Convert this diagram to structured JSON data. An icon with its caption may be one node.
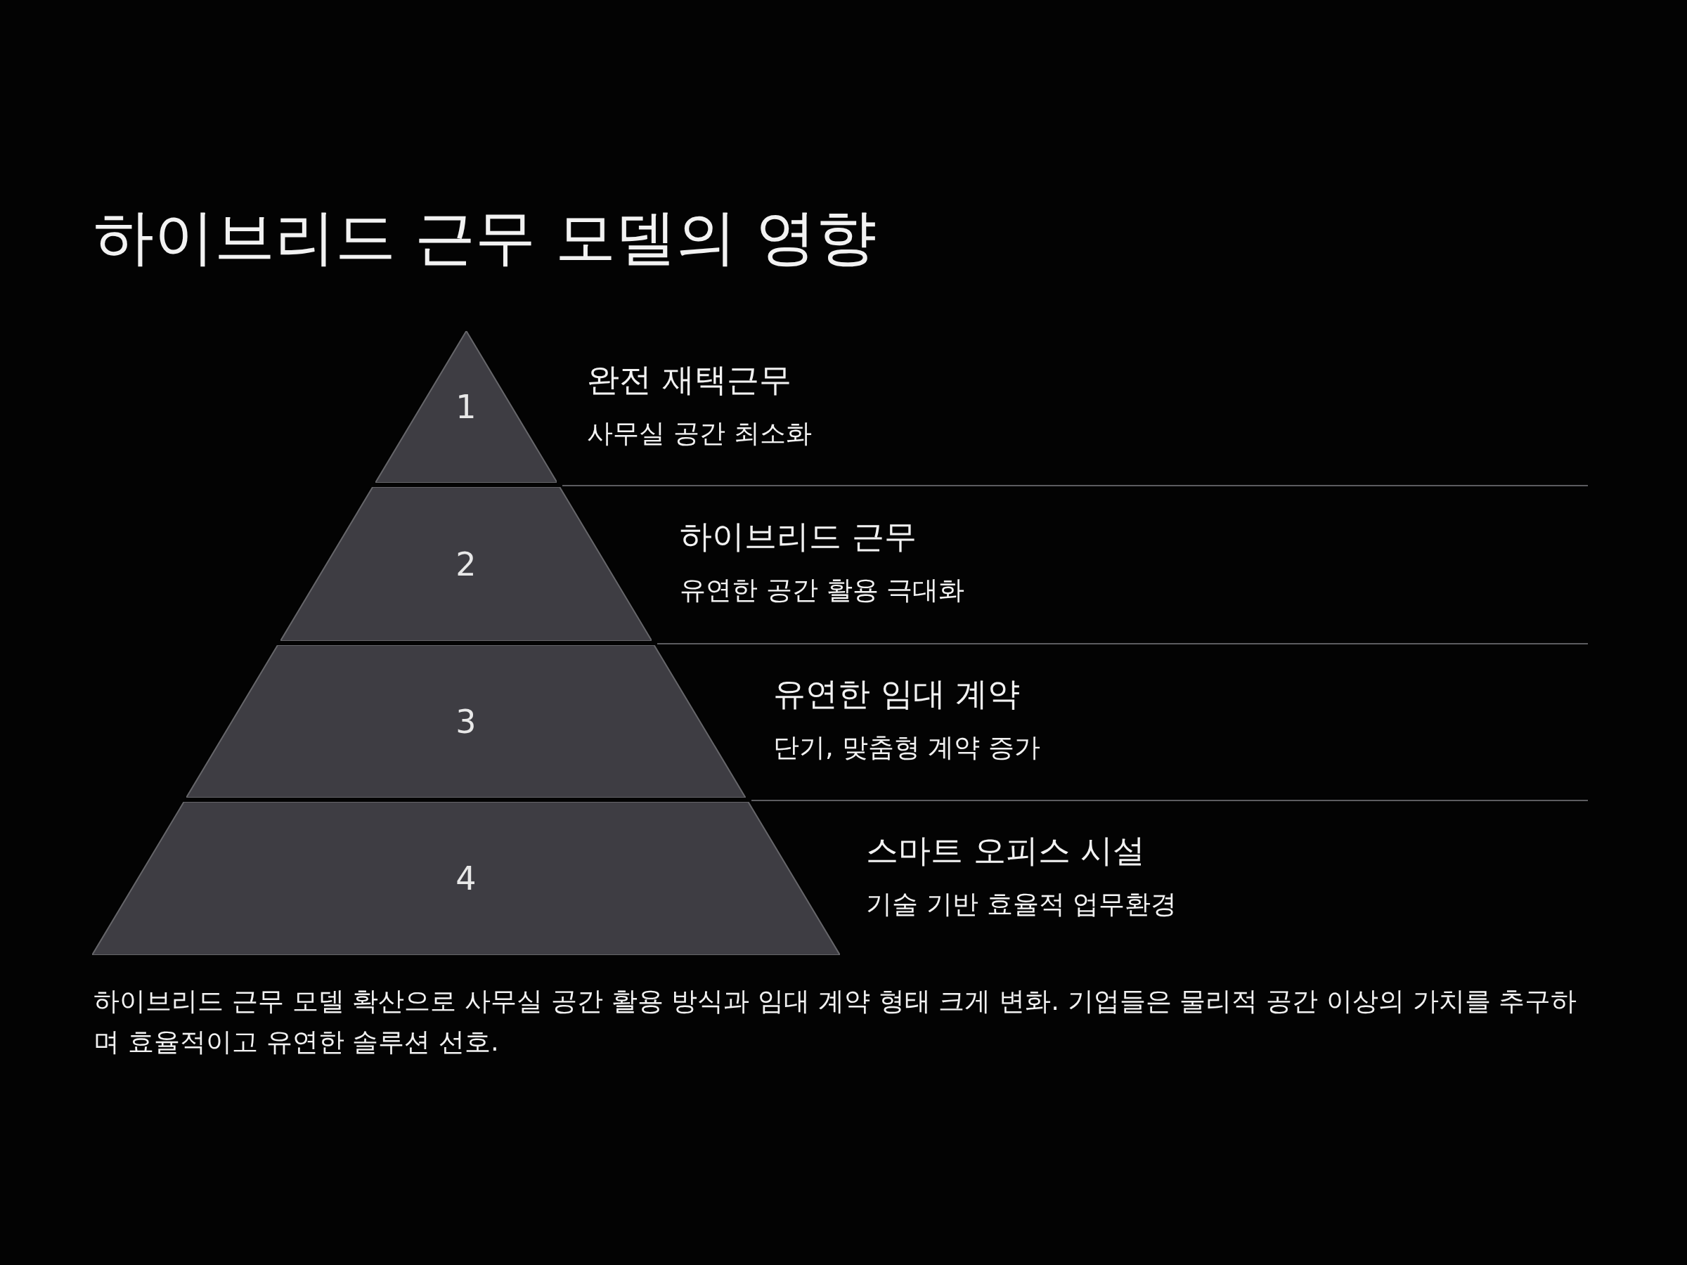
{
  "diagram": {
    "title": "하이브리드 근무 모델의 영향",
    "nodes": [
      {
        "text": [
          "1"
        ],
        "beside": [
          "완전 재택근무",
          "사무실 공간 최소화"
        ]
      },
      {
        "text": [
          "2"
        ],
        "beside": [
          "하이브리드 근무",
          "유연한 공간 활용 극대화"
        ]
      },
      {
        "text": [
          "3"
        ],
        "beside": [
          "유연한 임대 계약",
          "단기, 맞춤형 계약 증가"
        ]
      },
      {
        "text": [
          "4"
        ],
        "beside": [
          "스마트 오피스 시설",
          "기술 기반 효율적 업무환경"
        ]
      }
    ],
    "caption": "하이브리드 근무 모델 확산으로 사무실 공간 활용 방식과 임대 계약 형태 크게 변화. 기업들은 물리적 공간 이상의 가치를 추구하며 효율적이고 유연한 솔루션 선호."
  }
}
